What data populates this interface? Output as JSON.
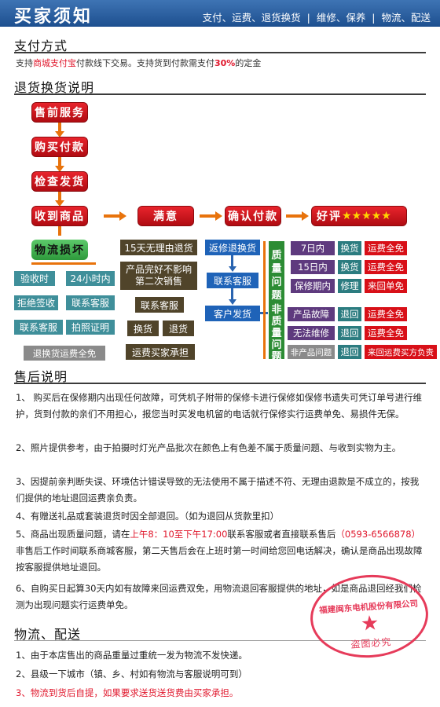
{
  "header": {
    "title": "买家须知",
    "nav": [
      "支付、运费、退货换货",
      "维修、保养",
      "物流、配送"
    ]
  },
  "payment": {
    "title": "支付方式",
    "pre": "支持",
    "shop": "商城",
    "alipay": "支付宝",
    "mid": "付款线下交易。支持货到付款需支付",
    "pct": "30%",
    "post": "的定金"
  },
  "returns": {
    "title": "退货换货说明",
    "flow": {
      "main": [
        "售前服务",
        "购买付款",
        "检查发货",
        "收到商品"
      ],
      "row": [
        "满意",
        "确认付款",
        "好评"
      ],
      "stars": "★★★★★",
      "damage": "物流损坏",
      "col1": [
        "验收时",
        "24小时内",
        "拒绝签收",
        "联系客服",
        "联系客服",
        "拍照证明",
        "退换货运费全免"
      ],
      "col2": [
        "15天无理由退货",
        "产品完好不影响第二次销售",
        "联系客服",
        "换货",
        "退货",
        "运费买家承担"
      ],
      "col3": [
        "返修退换货",
        "联系客服",
        "客户发货"
      ],
      "quality": "质量问题",
      "nonquality": "非质量问题",
      "qrows": [
        {
          "period": "7日内",
          "action": "换货",
          "cost": "运费全免"
        },
        {
          "period": "15日内",
          "action": "换货",
          "cost": "运费全免"
        },
        {
          "period": "保修期内",
          "action": "修理",
          "cost": "来回单免"
        }
      ],
      "nqrows": [
        {
          "period": "产品故障",
          "action": "退回",
          "cost": "运费全免"
        },
        {
          "period": "无法维修",
          "action": "退回",
          "cost": "运费全免"
        },
        {
          "period": "非产品问题",
          "action": "退回",
          "cost": "来回运费买方负责"
        }
      ]
    }
  },
  "aftersales": {
    "title": "售后说明",
    "items": {
      "p1": "1、 购买后在保修期内出现任何故障，可凭机子附带的保修卡进行保修如保修书遗失可凭订单号进行维护，货到付款的亲们不用担心，报您当时买发电机留的电话就行保修实行运费单免、易损件无保。",
      "p2": "2、照片提供参考，由于拍摄时灯光产品批次在颜色上有色差不属于质量问题、与收到实物为主。",
      "p3": "3、因提前亲判断失误、环境估计错误导致的无法使用不属于描述不符、无理由退款是不成立的，按我们提供的地址退回运费亲负责。",
      "p4": "4、有赠送礼品或套装退货时因全部退回。（如为退回从货款里扣）",
      "p5a": "5、商品出现质量问题，请在",
      "p5time": "上午8：10至下午17:00",
      "p5b": "联系客服或者直接联系售后",
      "p5phone": "（0593-6566878）",
      "p5c": "非售后工作时间联系商城客服，第二天售后会在上班时第一时间给您回电话解决，确认是商品出现故障按客服提供地址退回。",
      "p6": "6、自购买日起算30天内如有故障来回运费双免，用物流退回客服提供的地址，如是商品退回经我们检测为出现问题实行运费单免。"
    }
  },
  "shipping": {
    "title": "物流、配送",
    "items": [
      "1、由于本店售出的商品重量过重统一发为物流不发快递。",
      "2、县级一下城市（镇、乡、村如有物流与客服说明可到）",
      "3、物流到货后自提，如果要求送货送货费由买家承担。"
    ]
  },
  "seal": {
    "company": "福建闽东电机股份有限公司",
    "star": "★",
    "text": "盗图必究"
  },
  "colors": {
    "accent": "#1d4f8f",
    "red": "#e0162b",
    "orange": "#e8730c"
  }
}
